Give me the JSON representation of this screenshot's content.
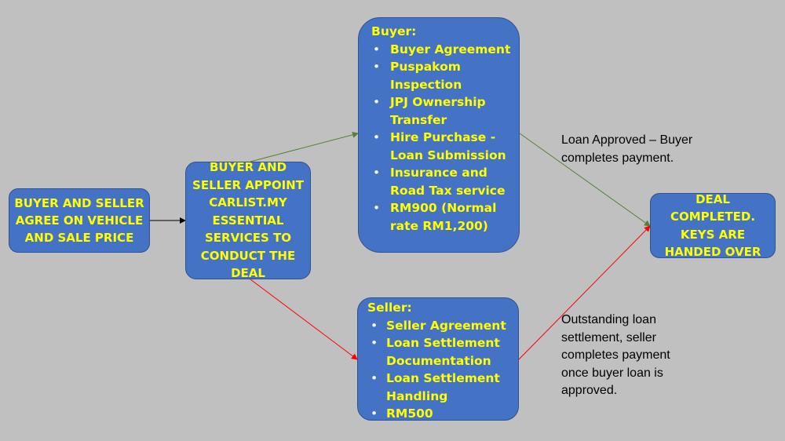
{
  "nodes": {
    "agree": {
      "lines": [
        "BUYER AND SELLER",
        "AGREE ON VEHICLE",
        "AND SALE PRICE"
      ]
    },
    "appoint": {
      "lines": [
        "BUYER AND",
        "SELLER APPOINT",
        "CARLIST.MY",
        "ESSENTIAL",
        "SERVICES TO",
        "CONDUCT THE",
        "DEAL"
      ]
    },
    "buyer": {
      "title": "Buyer:",
      "items": [
        {
          "lines": [
            "Buyer Agreement"
          ]
        },
        {
          "lines": [
            "Puspakom",
            "Inspection"
          ]
        },
        {
          "lines": [
            "JPJ Ownership",
            "Transfer"
          ]
        },
        {
          "lines": [
            "Hire Purchase -",
            "Loan Submission"
          ]
        },
        {
          "lines": [
            "Insurance and",
            "Road Tax service"
          ]
        },
        {
          "lines": [
            "RM900 (Normal",
            "rate RM1,200)"
          ]
        }
      ]
    },
    "seller": {
      "title": "Seller:",
      "items": [
        {
          "lines": [
            "Seller Agreement"
          ]
        },
        {
          "lines": [
            "Loan Settlement",
            "Documentation"
          ]
        },
        {
          "lines": [
            "Loan Settlement",
            "Handling"
          ]
        },
        {
          "lines": [
            "RM500"
          ]
        }
      ]
    },
    "done": {
      "lines": [
        "DEAL",
        "COMPLETED.",
        "KEYS ARE",
        "HANDED OVER"
      ]
    }
  },
  "notes": {
    "approved": [
      "Loan Approved – Buyer",
      "completes payment."
    ],
    "outstanding": [
      "Outstanding loan",
      "settlement, seller",
      "completes payment",
      "once buyer loan is",
      "approved."
    ]
  },
  "colors": {
    "box_fill": "#4472c4",
    "box_text": "#ffff00",
    "bullet": "#ffffff",
    "arrow_black": "#000000",
    "arrow_green": "#548235",
    "arrow_red": "#ff0000",
    "background": "#c0c0c0"
  }
}
